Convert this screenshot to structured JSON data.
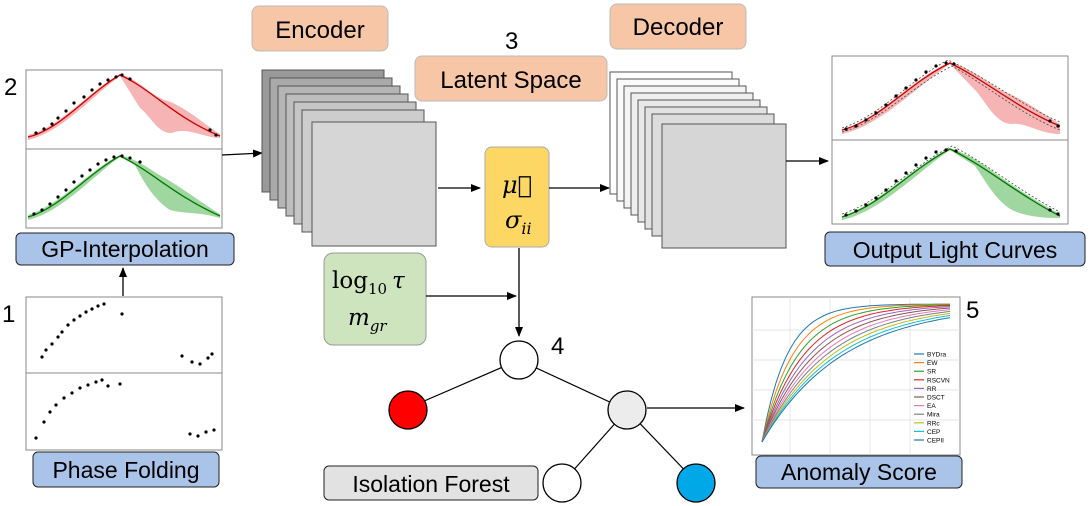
{
  "steps": {
    "s1": "1",
    "s2": "2",
    "s3": "3",
    "s4": "4",
    "s5": "5"
  },
  "labels": {
    "phase_folding": "Phase Folding",
    "gp_interpolation": "GP-Interpolation",
    "encoder": "Encoder",
    "latent_space": "Latent Space",
    "decoder": "Decoder",
    "output_light_curves": "Output Light Curves",
    "isolation_forest": "Isolation Forest",
    "anomaly_score": "Anomaly Score"
  },
  "latent_box": {
    "mu": "μ⃗",
    "sigma": "σ",
    "sigma_sub": "ii"
  },
  "features_box": {
    "log": "log",
    "log_sub": "10",
    "tau": "τ",
    "m": "m",
    "m_sub": "gr"
  },
  "anomaly_legend": [
    "BYDra",
    "EW",
    "SR",
    "RSCVN",
    "RR",
    "DSCT",
    "EA",
    "Mira",
    "RRc",
    "CEP",
    "CEPII"
  ],
  "colors": {
    "label_blue_fill": "#a9c4e8",
    "label_orange_fill": "#f6c6a6",
    "yellow_fill": "#fdd764",
    "green_fill": "#cde4be",
    "gray_fill": "#e2e2e2",
    "node_red": "#ff0000",
    "node_blue": "#00a8e8",
    "curve_red": "#f4a7a7",
    "curve_green": "#8fd08f"
  },
  "legend_colors": [
    "#1f77b4",
    "#ff7f0e",
    "#2ca02c",
    "#d62728",
    "#9467bd",
    "#8c564b",
    "#e377c2",
    "#7f7f7f",
    "#bcbd22",
    "#17becf",
    "#1f77b4"
  ]
}
